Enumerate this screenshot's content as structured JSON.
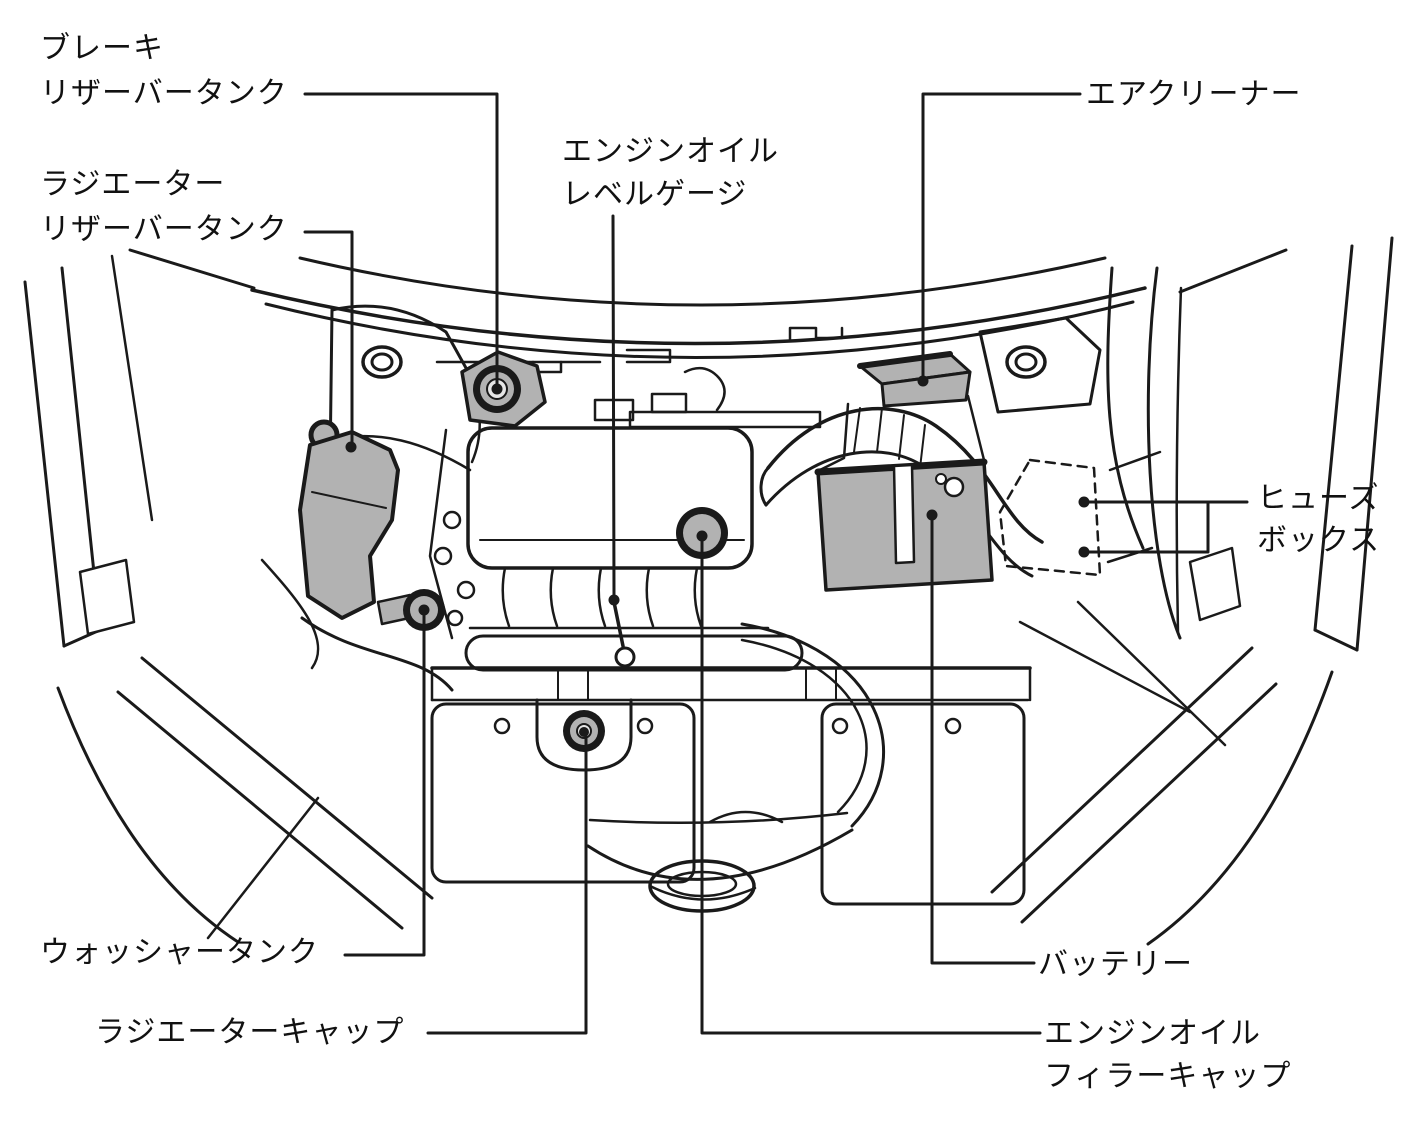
{
  "diagram": {
    "type": "engine-compartment-parts-diagram",
    "background": "#ffffff",
    "line_color": "#1a1a1a",
    "highlight_color": "#b2b2b2",
    "labels": {
      "brake_reservoir_tank": {
        "line1": "ブレーキ",
        "line2": "リザーバータンク"
      },
      "radiator_reservoir_tank": {
        "line1": "ラジエーター",
        "line2": "リザーバータンク"
      },
      "engine_oil_level_gauge": {
        "line1": "エンジンオイル",
        "line2": "レベルゲージ"
      },
      "air_cleaner": {
        "line1": "エアクリーナー"
      },
      "fuse_box": {
        "line1": "ヒューズ",
        "line2": "ボックス"
      },
      "washer_tank": {
        "line1": "ウォッシャータンク"
      },
      "radiator_cap": {
        "line1": "ラジエーターキャップ"
      },
      "battery": {
        "line1": "バッテリー"
      },
      "engine_oil_filler_cap": {
        "line1": "エンジンオイル",
        "line2": "フィラーキャップ"
      }
    }
  }
}
